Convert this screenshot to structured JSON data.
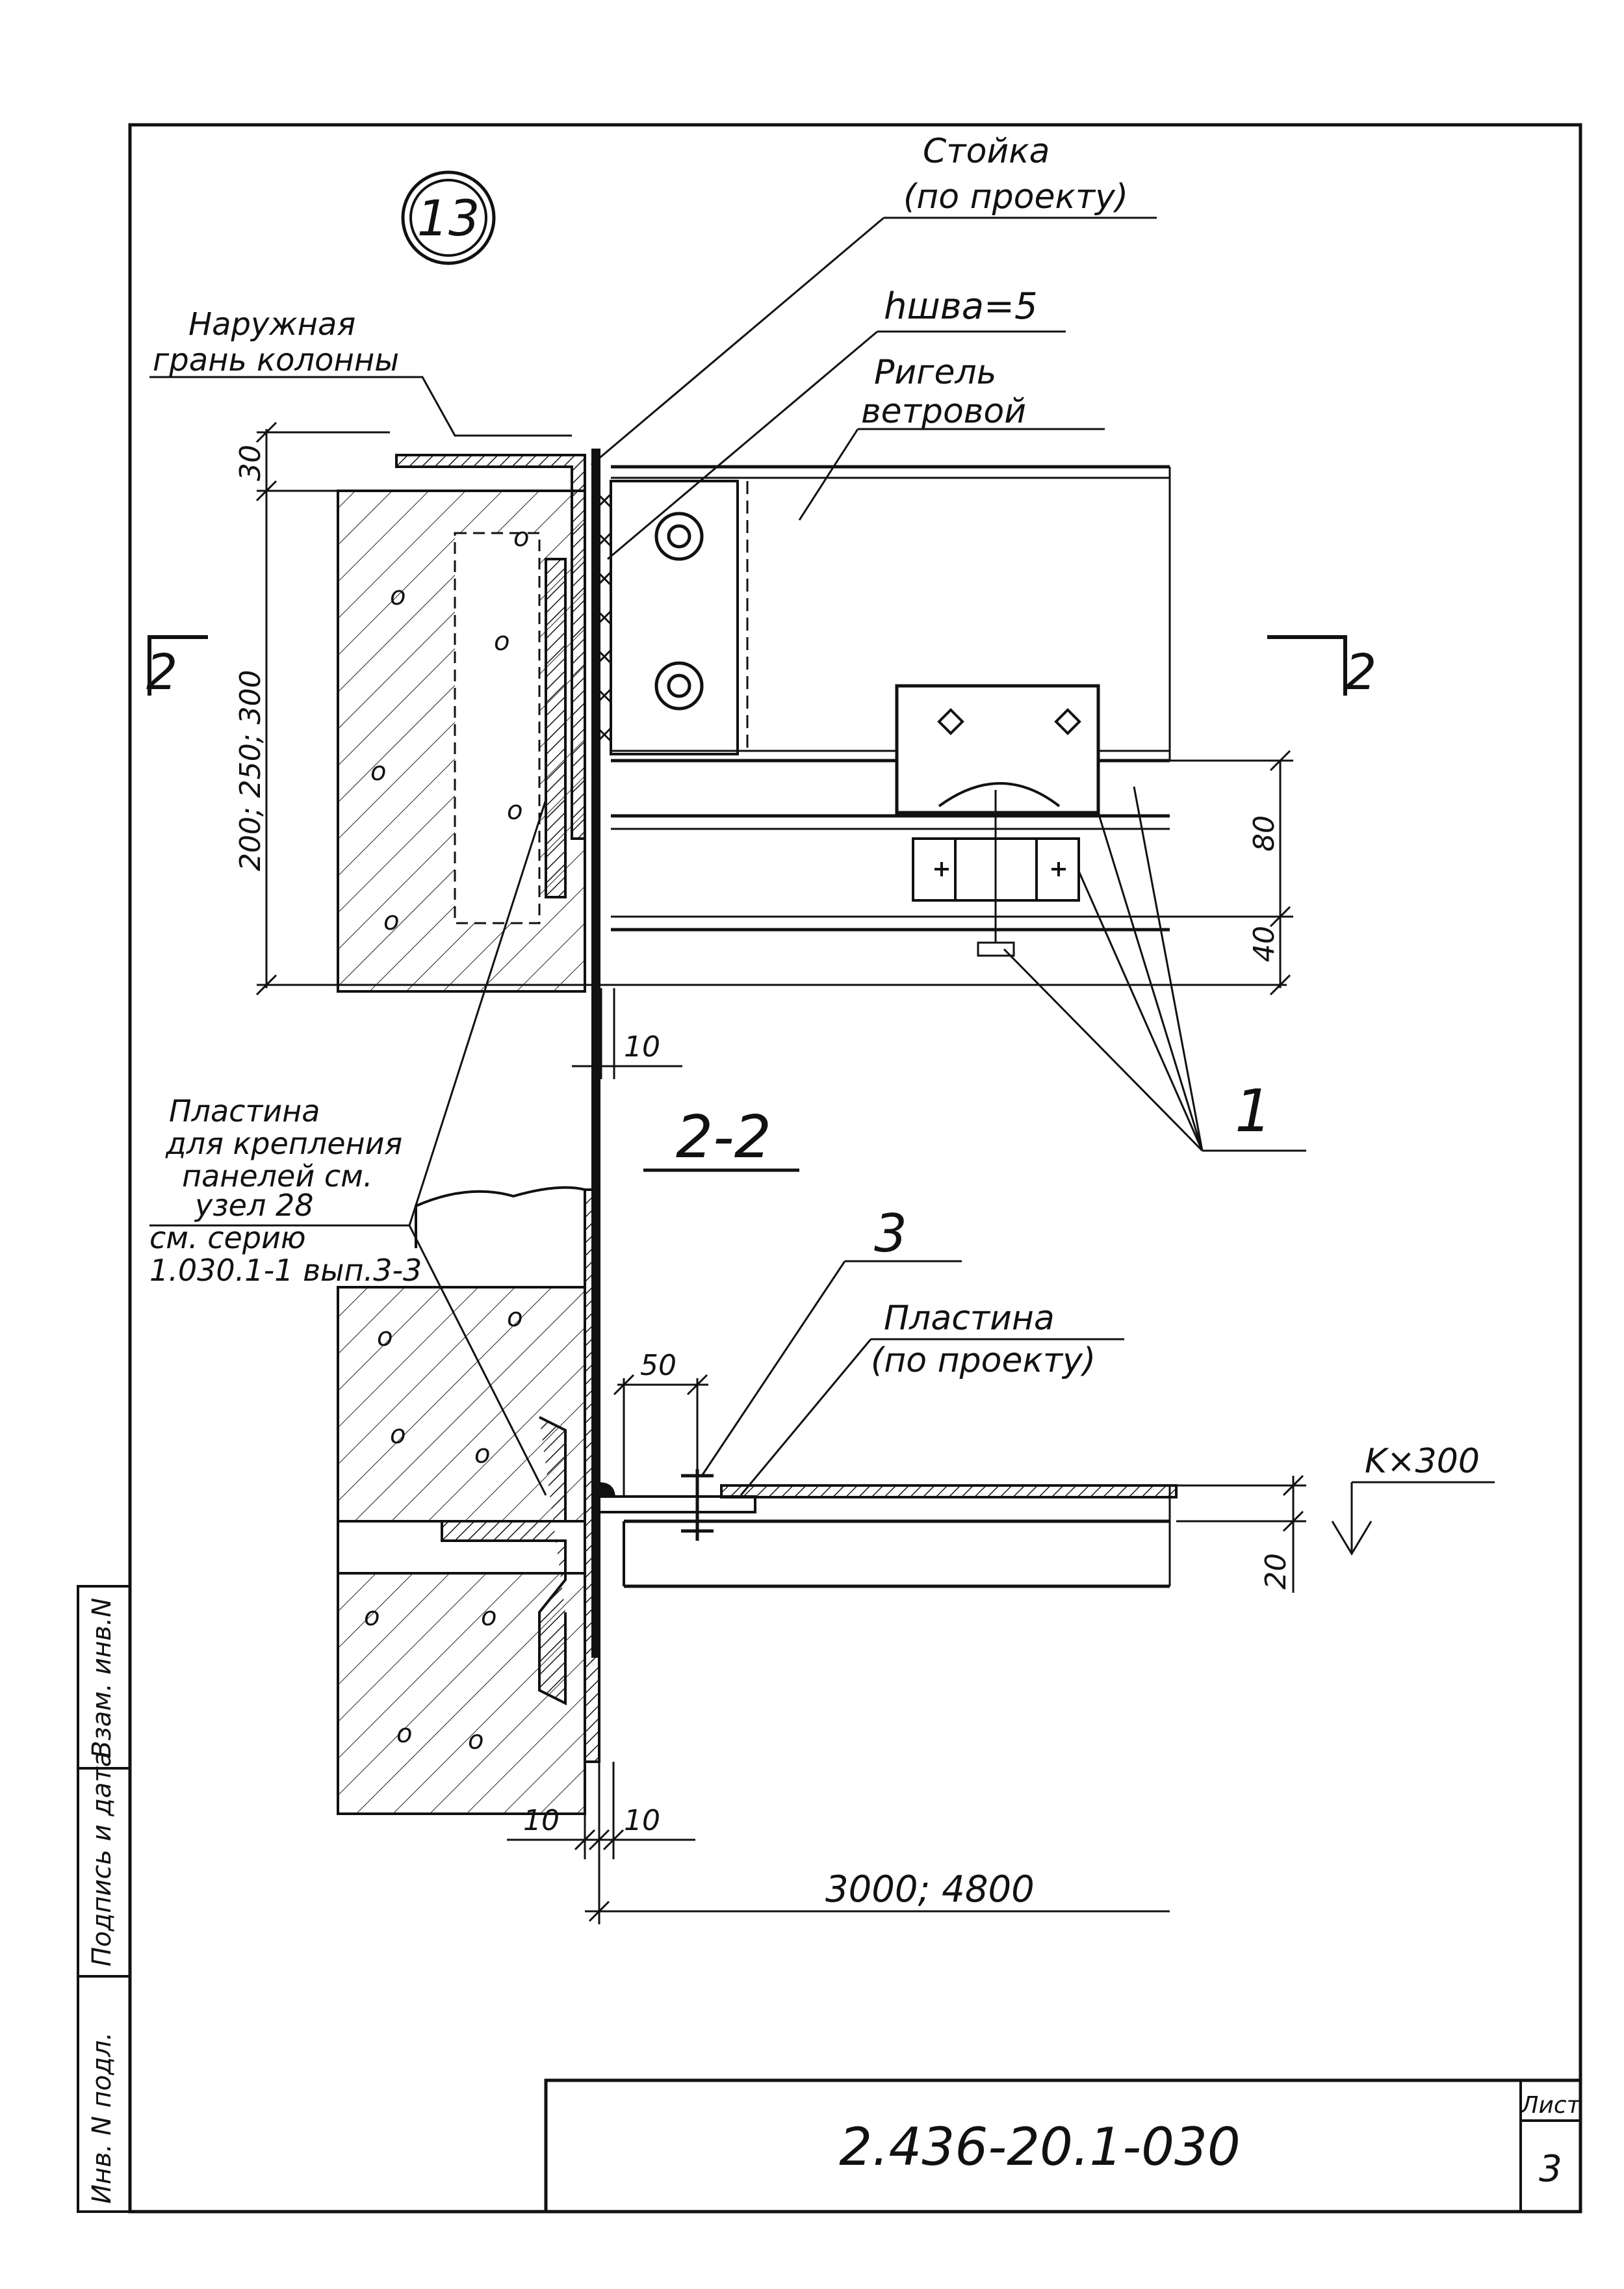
{
  "node_number": "13",
  "labels": {
    "stoika_line1": "Стойка",
    "stoika_line2": "(по проекту)",
    "weld": "hшва=5",
    "outer_face_line1": "Наружная",
    "outer_face_line2": "грань колонны",
    "rigel_line1": "Ригель",
    "rigel_line2": "ветровой",
    "plate_line1": "Пластина",
    "plate_line2": "для крепления",
    "plate_line3": "панелей см.",
    "plate_line4": "узел 28",
    "plate_line5": "см. серию",
    "plate_line6": "1.030.1-1 вып.3-3",
    "plate2_line1": "Пластина",
    "plate2_line2": "(по проекту)",
    "section_mark": "2",
    "section_title": "2-2",
    "callout_1": "1",
    "callout_3": "3",
    "kx300": "K×300"
  },
  "dimensions": {
    "d30": "30",
    "d_height": "200; 250; 300",
    "d80": "80",
    "d40": "40",
    "d10_top": "10",
    "d50": "50",
    "d20": "20",
    "d10_left": "10",
    "d10_right": "10",
    "span": "3000; 4800"
  },
  "side_stamp": {
    "col1": "Взам. инв.N",
    "col2": "Подпись и дата",
    "col3": "Инв. N подл."
  },
  "title_block": {
    "code": "2.436-20.1-030",
    "sheet_label": "Лист",
    "sheet_number": "3"
  }
}
